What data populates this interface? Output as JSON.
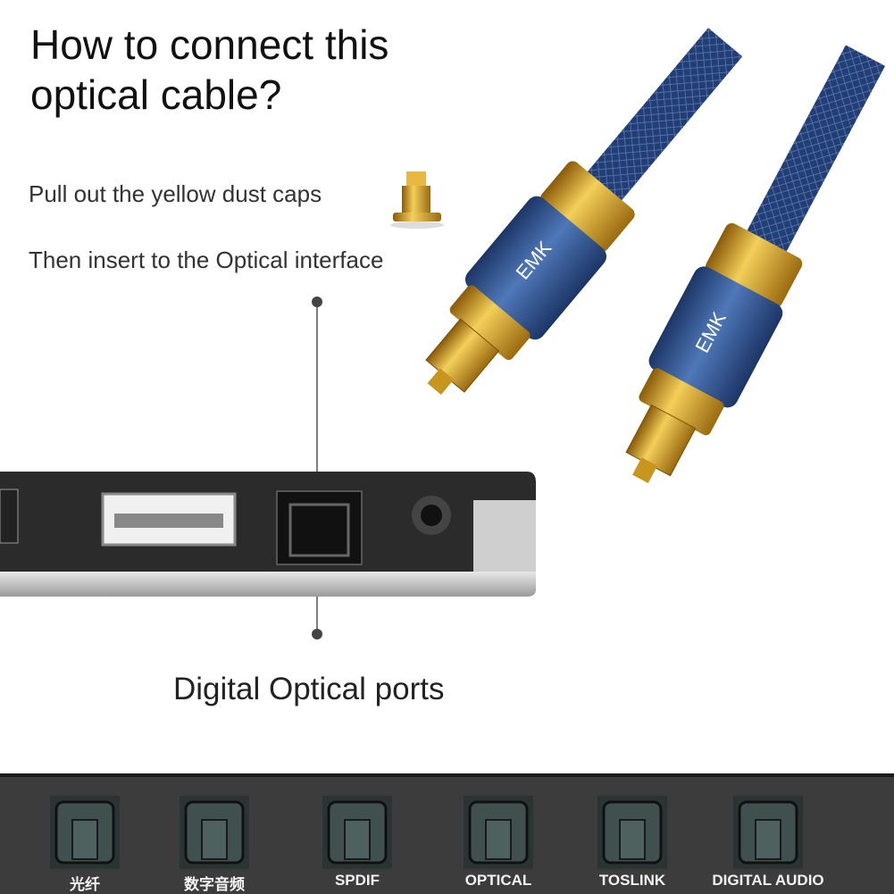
{
  "title": "How to connect this optical cable?",
  "steps": [
    "Pull out the yellow dust caps",
    "Then insert to the Optical interface"
  ],
  "ports_caption": "Digital Optical ports",
  "brand_logo": "EMK",
  "port_names": [
    "光纤",
    "数字音频",
    "SPDIF",
    "OPTICAL",
    "TOSLINK",
    "DIGITAL AUDIO"
  ],
  "colors": {
    "cable_blue": "#2d4f8a",
    "gold": "#d9a520",
    "strip": "#3c3c3c"
  }
}
